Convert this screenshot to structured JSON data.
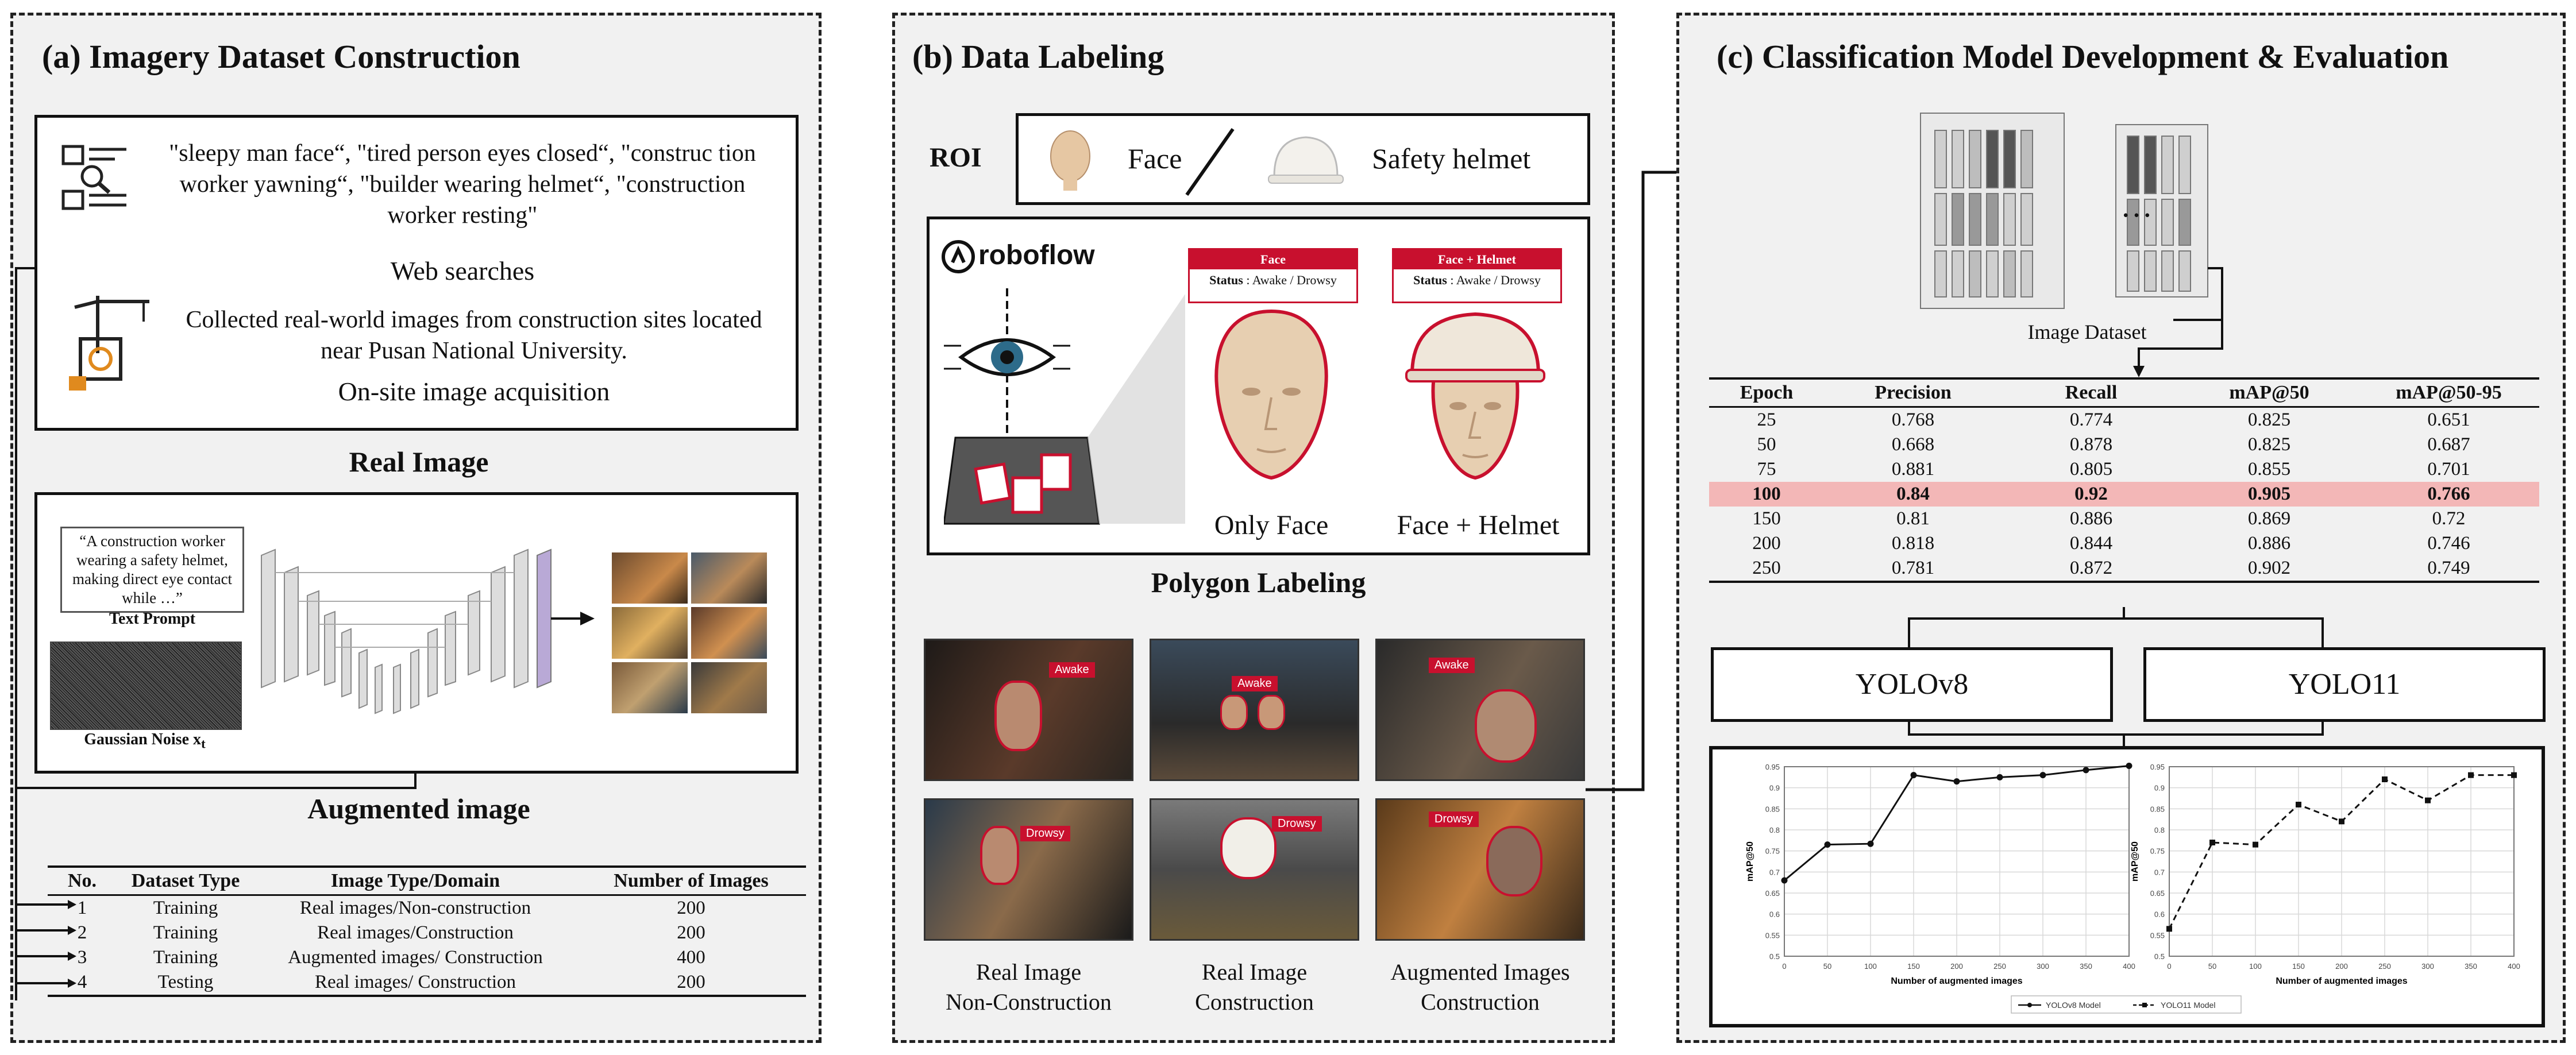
{
  "panel_a": {
    "title": "(a) Imagery Dataset Construction",
    "search_terms": "\"sleepy man face“, \"tired person eyes closed“, \"construc tion worker yawning“, \"builder wearing helmet“, \"construction worker resting\"",
    "web_searches": "Web searches",
    "collected_text": "Collected real-world images from construction sites located near Pusan National University.",
    "onsite": "On-site image acquisition",
    "real_image": "Real Image",
    "prompt_text": "“A construction worker wearing a safety helmet, making direct eye contact while …”",
    "text_prompt_label": "Text Prompt",
    "noise_label": "Gaussian Noise x",
    "noise_sub": "t",
    "augmented_image": "Augmented image",
    "table": {
      "headers": [
        "No.",
        "Dataset Type",
        "Image Type/Domain",
        "Number of Images"
      ],
      "rows": [
        [
          "1",
          "Training",
          "Real images/Non-construction",
          "200"
        ],
        [
          "2",
          "Training",
          "Real images/Construction",
          "200"
        ],
        [
          "3",
          "Training",
          "Augmented images/ Construction",
          "400"
        ],
        [
          "4",
          "Testing",
          "Real images/ Construction",
          "200"
        ]
      ]
    }
  },
  "panel_b": {
    "title": "(b) Data Labeling",
    "roi": "ROI",
    "face": "Face",
    "slash": "/",
    "safety_helmet": "Safety helmet",
    "roboflow": "roboflow",
    "label_face": "Face",
    "label_face_helmet": "Face + Helmet",
    "status": "Status",
    "status_value": ": Awake / Drowsy",
    "only_face": "Only Face",
    "face_plus_helmet": "Face + Helmet",
    "polygon_labeling": "Polygon Labeling",
    "awake": "Awake",
    "drowsy": "Drowsy",
    "captions": [
      [
        "Real Image",
        "Non-Construction"
      ],
      [
        "Real Image",
        "Construction"
      ],
      [
        "Augmented Images",
        "Construction"
      ]
    ]
  },
  "panel_c": {
    "title": "(c) Classification Model Development & Evaluation",
    "ellipsis": "…",
    "image_dataset": "Image Dataset",
    "table": {
      "headers": [
        "Epoch",
        "Precision",
        "Recall",
        "mAP@50",
        "mAP@50-95"
      ],
      "rows": [
        [
          "25",
          "0.768",
          "0.774",
          "0.825",
          "0.651"
        ],
        [
          "50",
          "0.668",
          "0.878",
          "0.825",
          "0.687"
        ],
        [
          "75",
          "0.881",
          "0.805",
          "0.855",
          "0.701"
        ],
        [
          "100",
          "0.84",
          "0.92",
          "0.905",
          "0.766"
        ],
        [
          "150",
          "0.81",
          "0.886",
          "0.869",
          "0.72"
        ],
        [
          "200",
          "0.818",
          "0.844",
          "0.886",
          "0.746"
        ],
        [
          "250",
          "0.781",
          "0.872",
          "0.902",
          "0.749"
        ]
      ],
      "highlight_row": 3
    },
    "model_a": "YOLOv8",
    "model_b": "YOLO11"
  },
  "chart_data": [
    {
      "type": "line",
      "xlabel": "Number of augmented images",
      "ylabel": "mAP@50",
      "x": [
        0,
        50,
        100,
        150,
        200,
        250,
        300,
        350,
        400
      ],
      "ylim": [
        0.5,
        0.95
      ],
      "yticks": [
        "0.5",
        "0.55",
        "0.6",
        "0.65",
        "0.7",
        "0.75",
        "0.8",
        "0.85",
        "0.9",
        "0.95"
      ],
      "series": [
        {
          "name": "YOLOv8 Model",
          "values": [
            0.68,
            0.765,
            0.767,
            0.93,
            0.915,
            0.925,
            0.93,
            0.942,
            0.952
          ],
          "style": "solid",
          "marker": "circle"
        }
      ],
      "grid": true
    },
    {
      "type": "line",
      "xlabel": "Number of augmented images",
      "ylabel": "mAP@50",
      "x": [
        0,
        50,
        100,
        150,
        200,
        250,
        300,
        350,
        400
      ],
      "ylim": [
        0.5,
        0.95
      ],
      "yticks": [
        "0.5",
        "0.55",
        "0.6",
        "0.65",
        "0.7",
        "0.75",
        "0.8",
        "0.85",
        "0.9",
        "0.95"
      ],
      "series": [
        {
          "name": "YOLO11 Model",
          "values": [
            0.565,
            0.77,
            0.765,
            0.86,
            0.82,
            0.92,
            0.87,
            0.93,
            0.93
          ],
          "style": "dashed",
          "marker": "square"
        }
      ],
      "grid": true
    }
  ],
  "legend": [
    "YOLOv8 Model",
    "YOLO11 Model"
  ],
  "colors": {
    "highlight": "#f3b7b7",
    "tag_red": "#c8102e",
    "panel_bg": "#f1f1f1"
  }
}
